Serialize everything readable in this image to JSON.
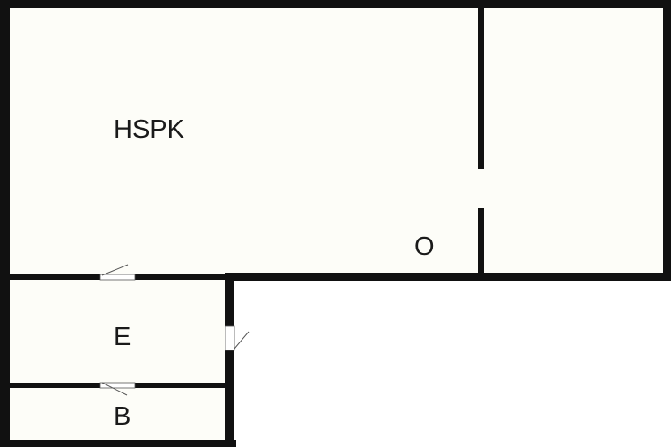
{
  "floorplan": {
    "rooms": [
      {
        "id": "hspk",
        "label": "HSPK"
      },
      {
        "id": "o",
        "label": "O"
      },
      {
        "id": "e",
        "label": "E"
      },
      {
        "id": "b",
        "label": "B"
      }
    ],
    "colors": {
      "wall": "#111111",
      "floor": "#fdfdf8",
      "background": "#ffffff",
      "door_swing": "#555555",
      "text": "#1a1a1a"
    }
  }
}
